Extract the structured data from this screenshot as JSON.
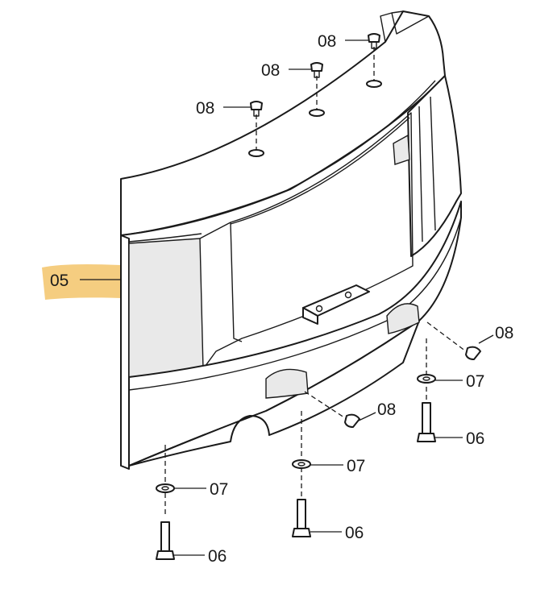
{
  "highlight_color": "#f3c46a",
  "labels": {
    "weight": "05",
    "bolt": "06",
    "washer": "07",
    "screw": "08"
  }
}
